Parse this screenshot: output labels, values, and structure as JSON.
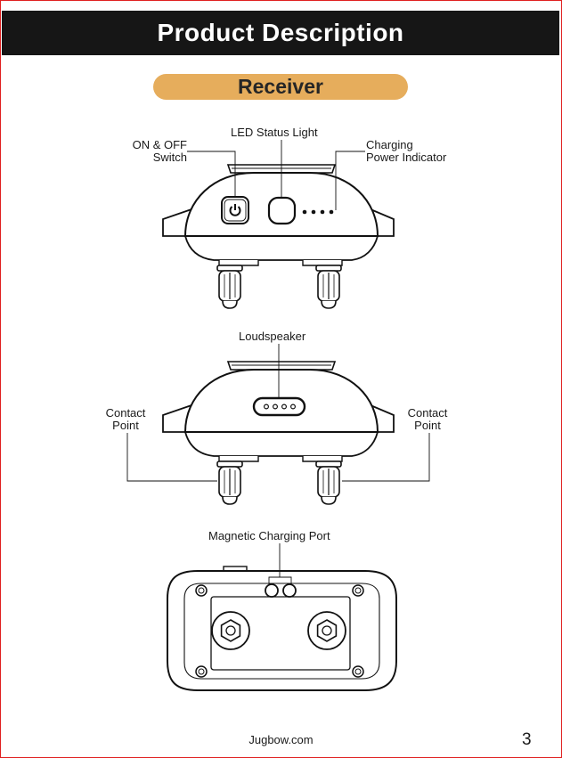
{
  "header": {
    "title": "Product Description"
  },
  "section": {
    "label": "Receiver"
  },
  "views": {
    "front": {
      "on_off_switch": "ON & OFF\nSwitch",
      "led_status_light": "LED Status Light",
      "charging_power_indicator": "Charging\nPower Indicator"
    },
    "back": {
      "loudspeaker": "Loudspeaker",
      "contact_point_left": "Contact\nPoint",
      "contact_point_right": "Contact\nPoint"
    },
    "bottom": {
      "magnetic_charging_port": "Magnetic Charging Port"
    }
  },
  "footer": {
    "website": "Jugbow.com",
    "page_number": "3"
  },
  "colors": {
    "header_bg": "#161616",
    "pill_bg": "#e6ad5c",
    "border": "#e02020"
  }
}
